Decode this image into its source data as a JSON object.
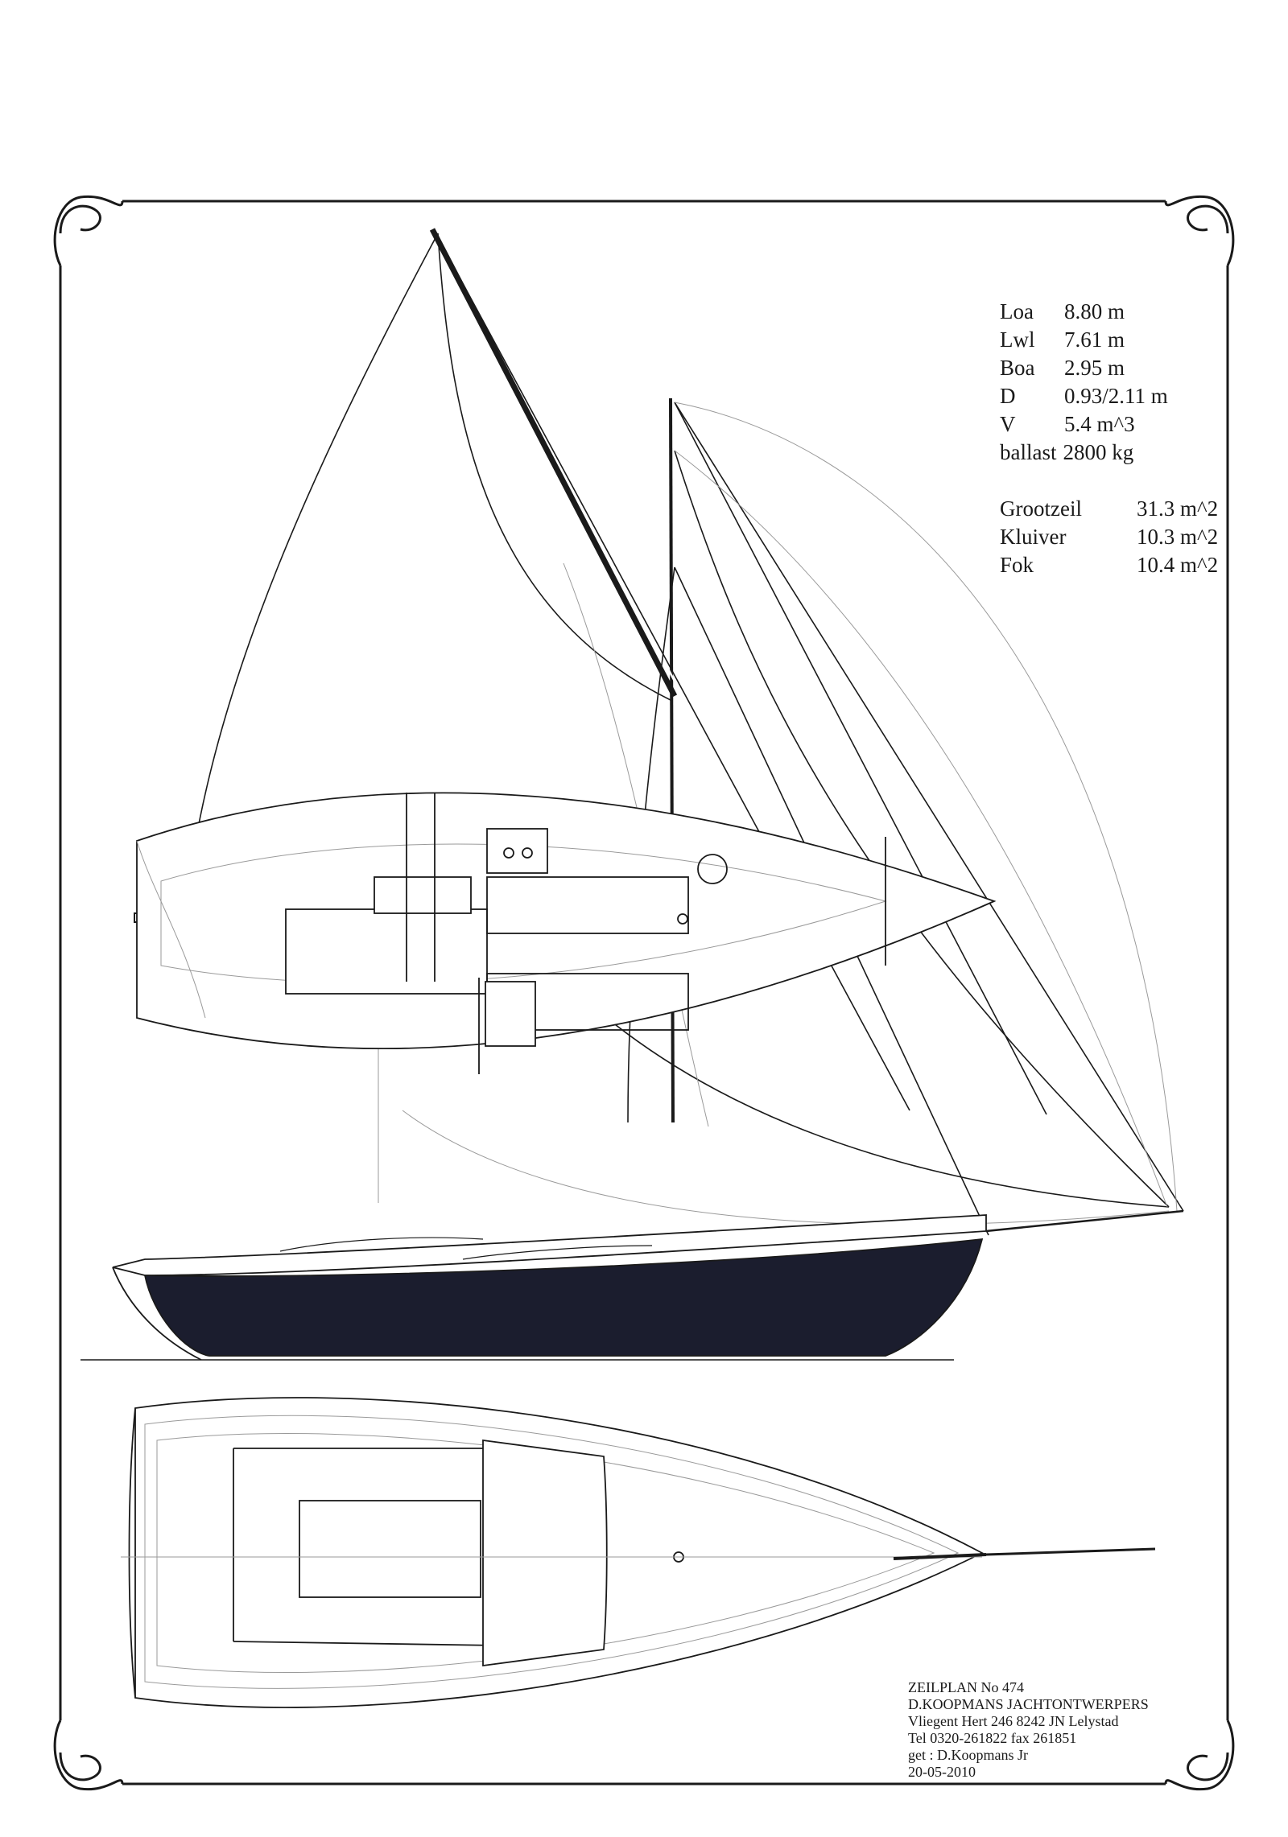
{
  "specs": [
    {
      "label": "Loa",
      "value": "8.80 m"
    },
    {
      "label": "Lwl",
      "value": "7.61 m"
    },
    {
      "label": "Boa",
      "value": "2.95 m"
    },
    {
      "label": "D",
      "value": "0.93/2.11 m"
    },
    {
      "label": "V",
      "value": "5.4 m^3"
    },
    {
      "label": "ballast",
      "value": "2800 kg"
    }
  ],
  "sails": [
    {
      "label": "Grootzeil",
      "value": "31.3 m^2"
    },
    {
      "label": "Kluiver",
      "value": "10.3 m^2"
    },
    {
      "label": "Fok",
      "value": "10.4 m^2"
    }
  ],
  "title_block": {
    "plan": "ZEILPLAN No 474",
    "firm": "D.KOOPMANS JACHTONTWERPERS",
    "address": "Vliegent Hert 246 8242 JN Lelystad",
    "phone": "Tel 0320-261822 fax 261851",
    "drawn_by": "get : D.Koopmans Jr",
    "date": "20-05-2010"
  },
  "colors": {
    "line": "#1a1a1a",
    "hull": "#1b1d2e",
    "faint": "#9a9a9a"
  }
}
